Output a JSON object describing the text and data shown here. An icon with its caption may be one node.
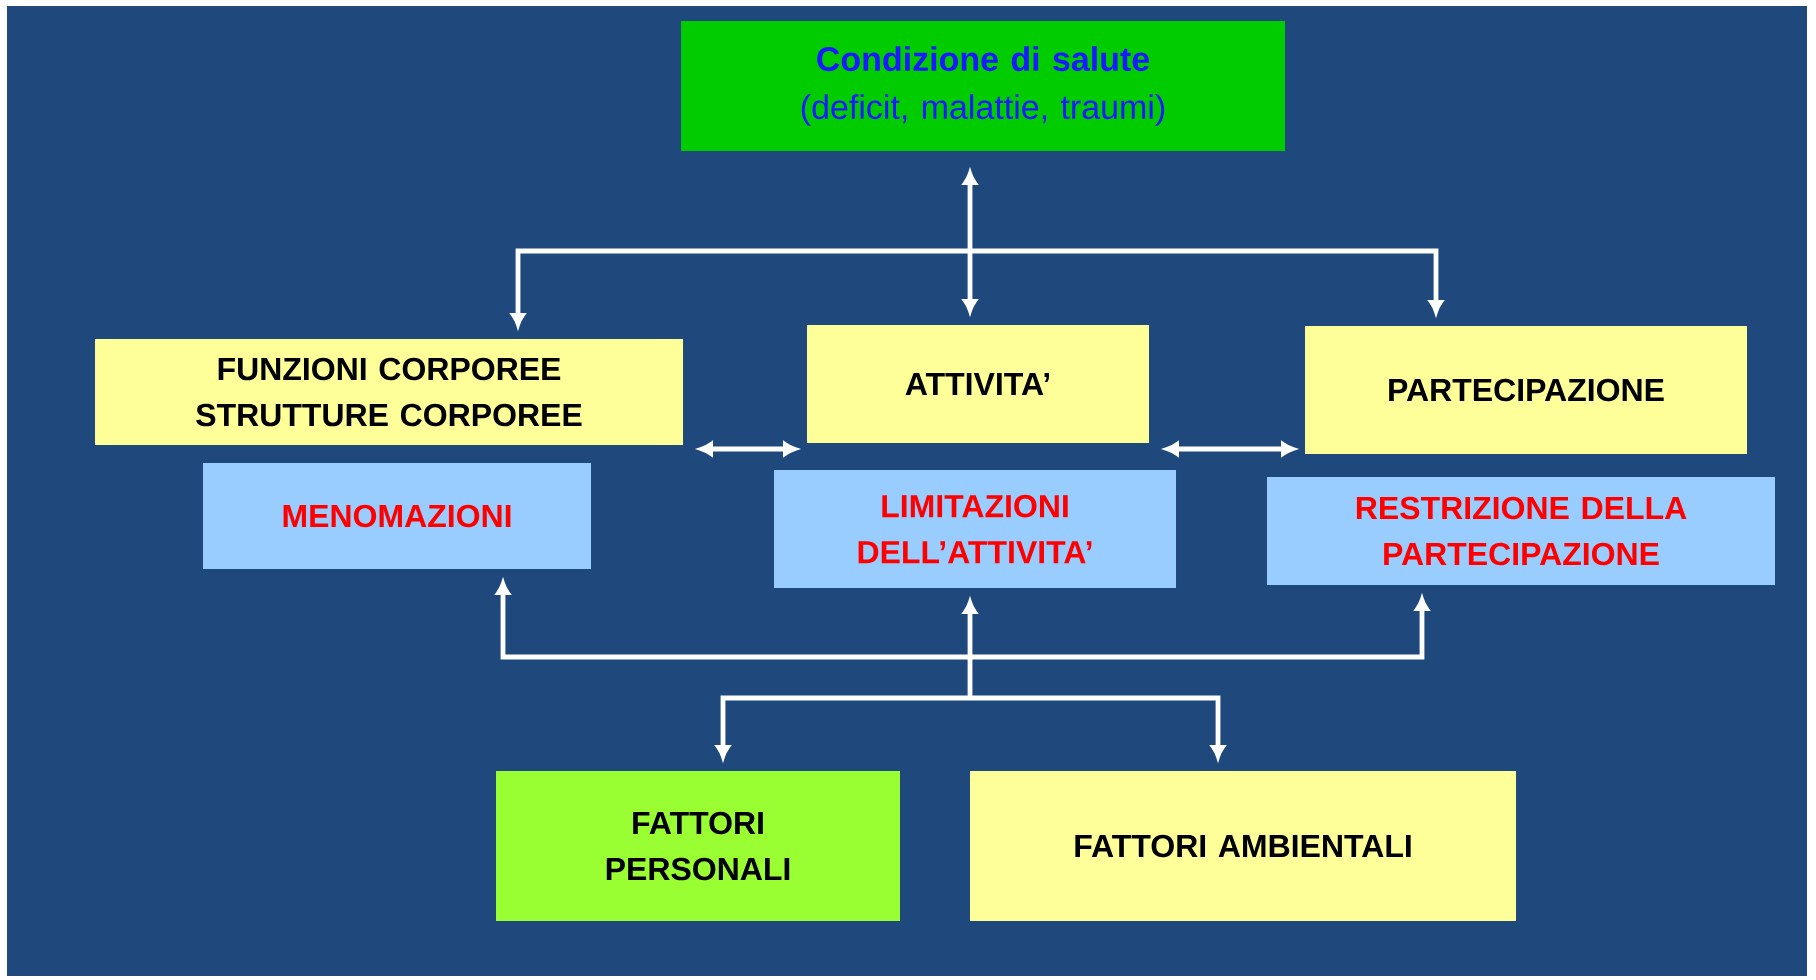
{
  "diagram": {
    "nodes": [
      {
        "text": [
          "Condizione di salute",
          "(deficit, malattie, traumi)"
        ]
      },
      {
        "text": [
          "FUNZIONI CORPOREE STRUTTURE CORPOREE"
        ]
      },
      {
        "text": [
          "ATTIVITA’"
        ]
      },
      {
        "text": [
          "PARTECIPAZIONE"
        ]
      },
      {
        "text": [
          "MENOMAZIONI"
        ]
      },
      {
        "text": [
          "LIMITAZIONI DELL’ATTIVITA’"
        ]
      },
      {
        "text": [
          "RESTRIZIONE DELLA PARTECIPAZIONE"
        ]
      },
      {
        "text": [
          "FATTORI PERSONALI"
        ]
      },
      {
        "text": [
          "FATTORI AMBIENTALI"
        ]
      }
    ],
    "edges": [
      {
        "from": 0,
        "to": 1,
        "arrow": "both"
      },
      {
        "from": 0,
        "to": 2,
        "arrow": "both"
      },
      {
        "from": 0,
        "to": 3,
        "arrow": "both"
      },
      {
        "from": 1,
        "to": 2,
        "arrow": "both"
      },
      {
        "from": 2,
        "to": 3,
        "arrow": "both"
      },
      {
        "from": 7,
        "to": 4,
        "arrow": "both"
      },
      {
        "from": 7,
        "to": 5,
        "arrow": "both"
      },
      {
        "from": 7,
        "to": 6,
        "arrow": "both"
      },
      {
        "from": 8,
        "to": 4,
        "arrow": "both"
      },
      {
        "from": 8,
        "to": 5,
        "arrow": "both"
      },
      {
        "from": 8,
        "to": 6,
        "arrow": "both"
      }
    ]
  }
}
